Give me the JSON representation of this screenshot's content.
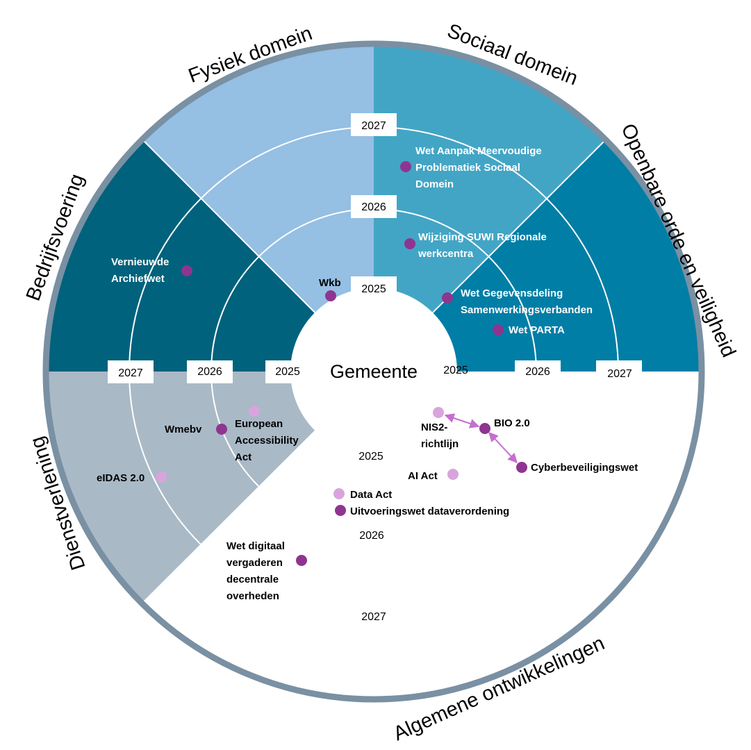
{
  "center": {
    "label": "Gemeente"
  },
  "colors": {
    "fysiek": "#95bfe3",
    "sociaal": "#43a5c5",
    "openbare_orde": "#007ea6",
    "bedrijfsvoering": "#00627c",
    "dienstverlening": "#a9b9c6",
    "outer_ring": "#7a90a3",
    "dot_dark": "#8e3591",
    "dot_light": "#d9a4dc",
    "arrow": "#c56fd0"
  },
  "domains": {
    "fysiek": "Fysiek domein",
    "sociaal": "Sociaal domein",
    "openbare_orde": "Openbare orde en veiligheid",
    "bedrijfsvoering": "Bedrijfsvoering",
    "dienstverlening": "Dienstverlening",
    "algemeen": "Algemene ontwikkelingen"
  },
  "years": {
    "top": [
      "2025",
      "2026",
      "2027"
    ],
    "right": [
      "2025",
      "2026",
      "2027"
    ],
    "left": [
      "2025",
      "2026",
      "2027"
    ],
    "bottom": [
      "2025",
      "2026",
      "2027"
    ]
  },
  "laws": {
    "wkb": "Wkb",
    "wampsd": [
      "Wet Aanpak Meervoudige",
      "Problematiek Sociaal",
      "Domein"
    ],
    "suwi": [
      "Wijziging SUWI Regionale",
      "werkcentra"
    ],
    "gegevensdeling": [
      "Wet Gegevensdeling",
      "Samenwerkingsverbanden"
    ],
    "parta": "Wet PARTA",
    "archiefwet": [
      "Vernieuwde",
      "Archiefwet"
    ],
    "wmebv": "Wmebv",
    "eaa": [
      "European",
      "Accessibility",
      "Act"
    ],
    "eidas": "eIDAS 2.0",
    "nis2": [
      "NIS2-",
      "richtlijn"
    ],
    "bio": "BIO 2.0",
    "cyber": "Cyberbeveiligingswet",
    "ai_act": "AI Act",
    "data_act": "Data Act",
    "uitvoering": "Uitvoeringswet dataverordening",
    "digitaal": [
      "Wet digitaal",
      "vergaderen",
      "decentrale",
      "overheden"
    ]
  }
}
